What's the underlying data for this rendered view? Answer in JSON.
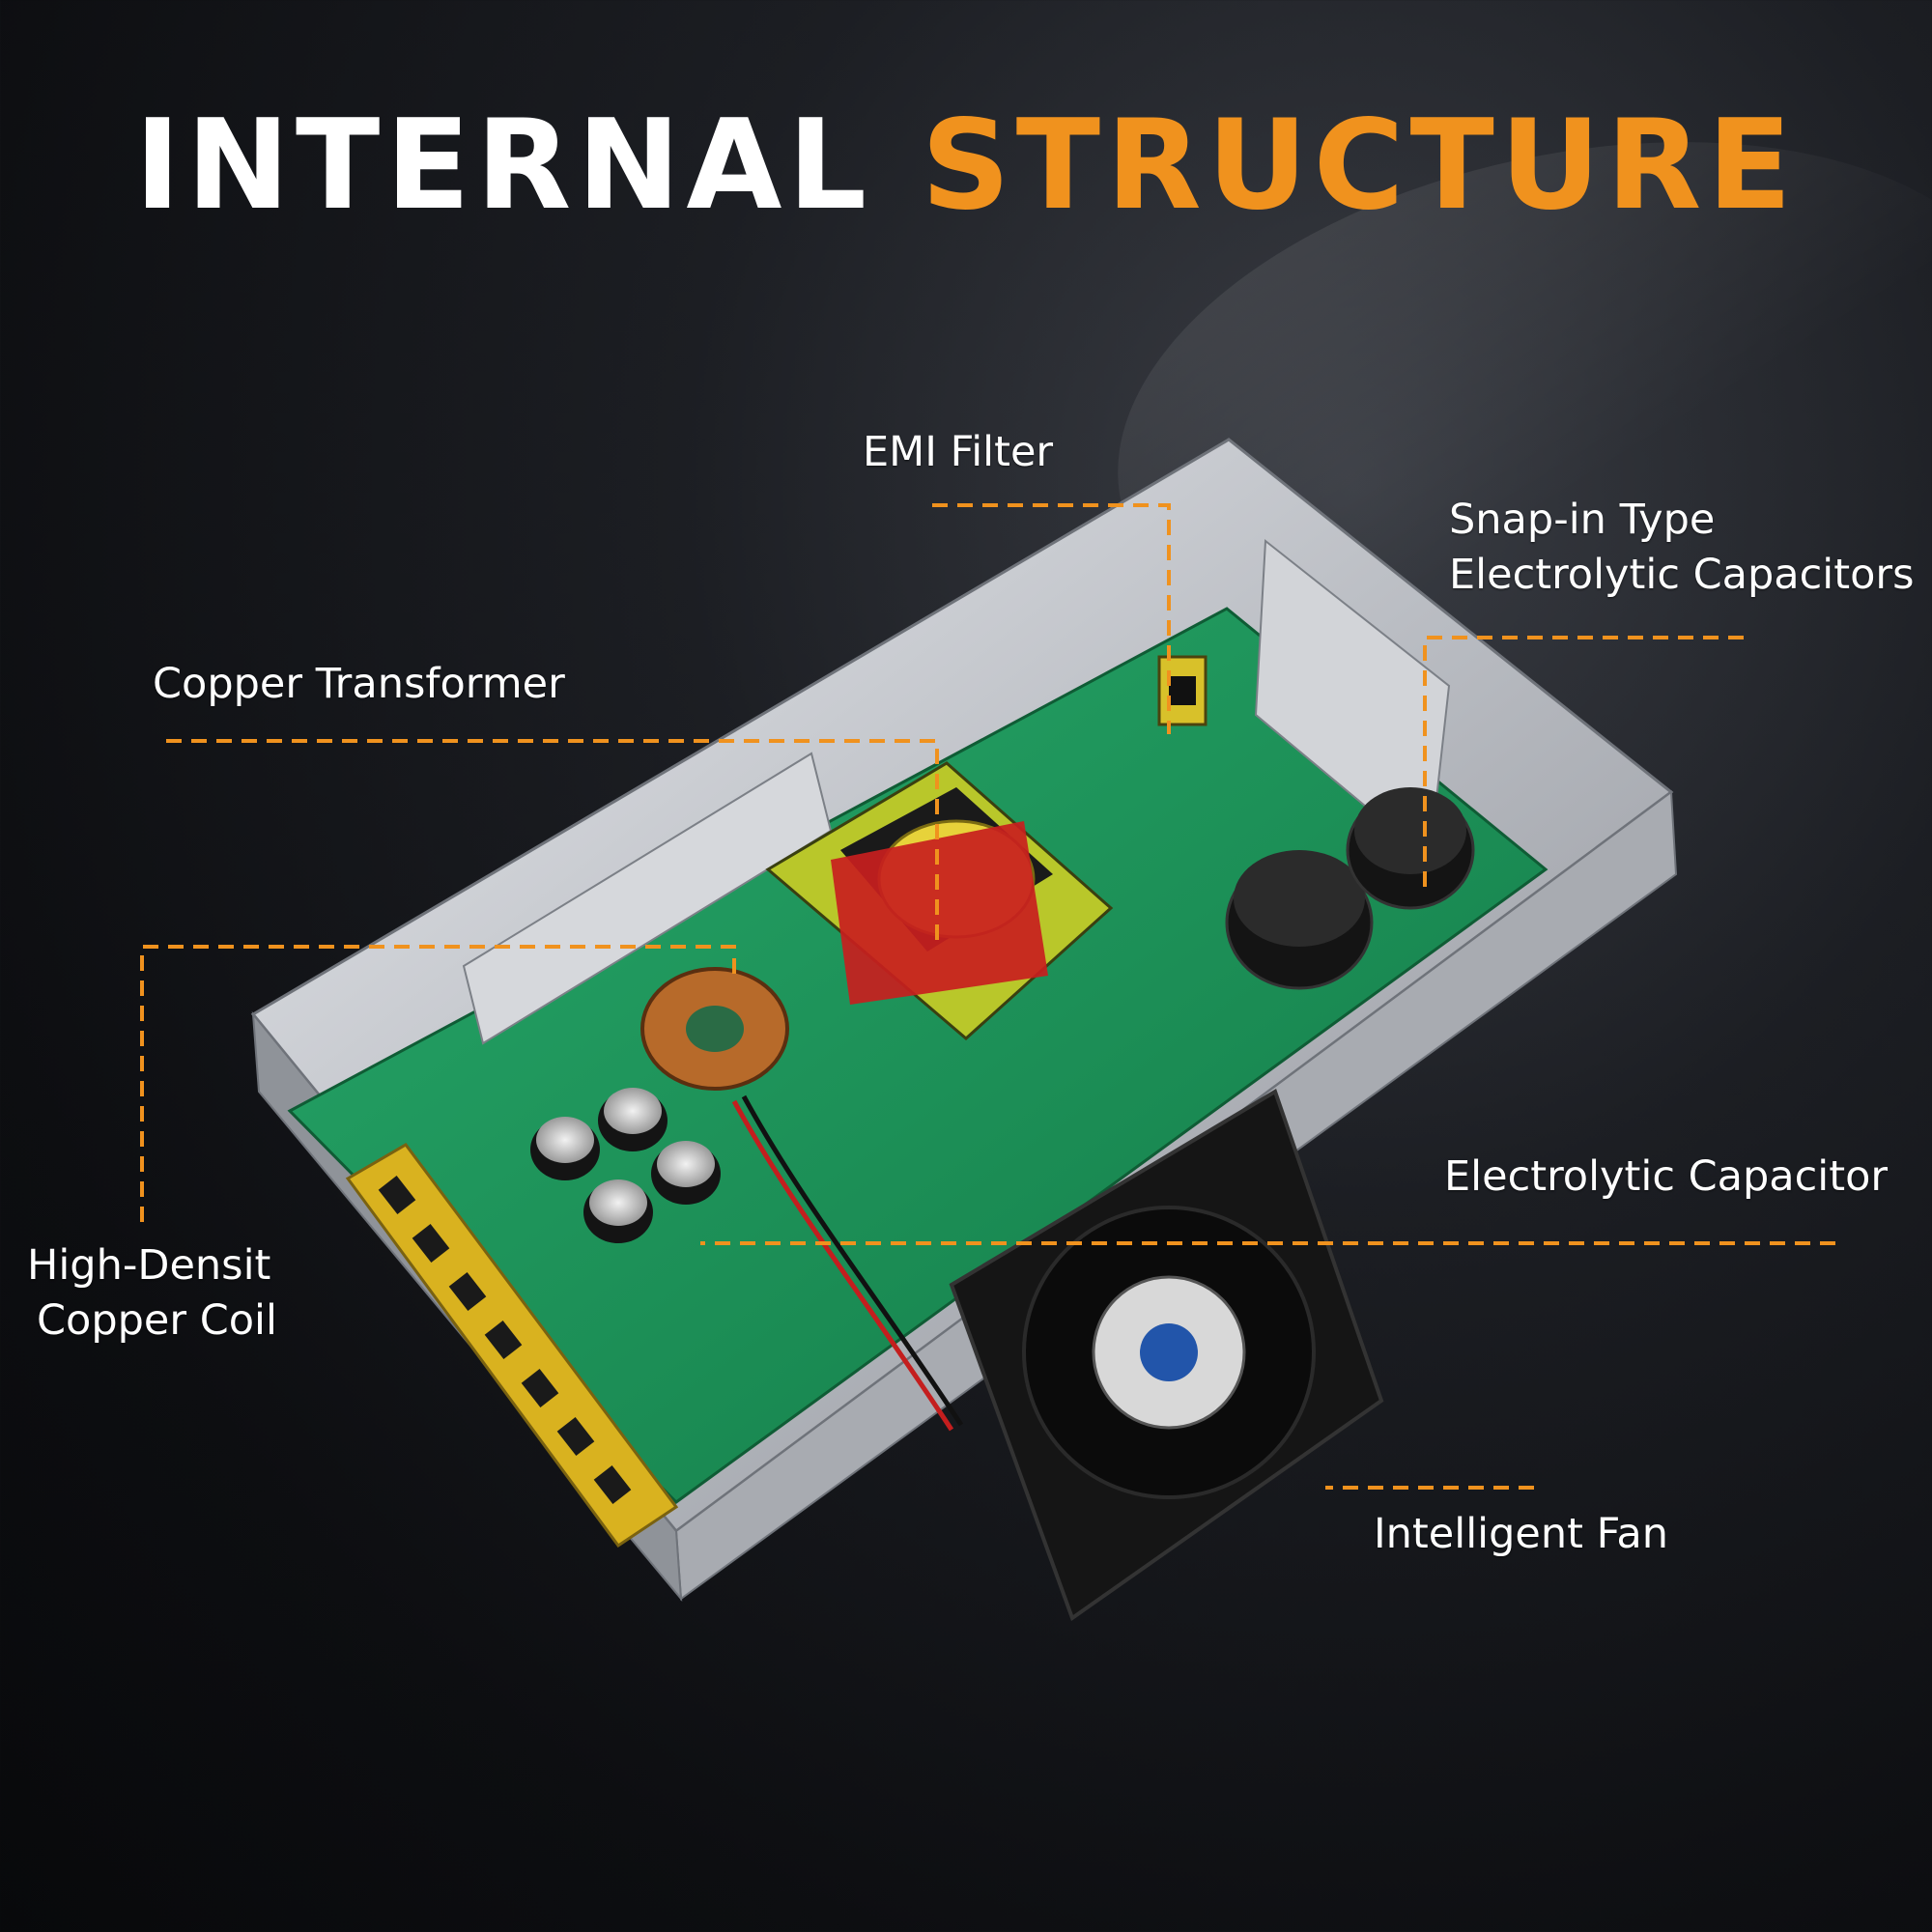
{
  "title": {
    "part1": "INTERNAL",
    "part2": "STRUCTURE"
  },
  "labels": {
    "emi_filter": "EMI Filter",
    "snap_in_line1": "Snap-in Type",
    "snap_in_line2": "Electrolytic Capacitors",
    "copper_transformer": "Copper Transformer",
    "coil_line1": "High-Densit",
    "coil_line2": "Copper Coil",
    "electrolytic_capacitor": "Electrolytic Capacitor",
    "intelligent_fan": "Intelligent Fan"
  },
  "colors": {
    "accent": "#f0921e",
    "text": "#ffffff",
    "pcb": "#1f9a5e",
    "chassis": "#c9ccd1",
    "background": "#0d0e11"
  },
  "icons": [
    "power-supply-unit",
    "cooling-fan",
    "transformer",
    "toroid-coil",
    "capacitor",
    "terminal-block"
  ]
}
